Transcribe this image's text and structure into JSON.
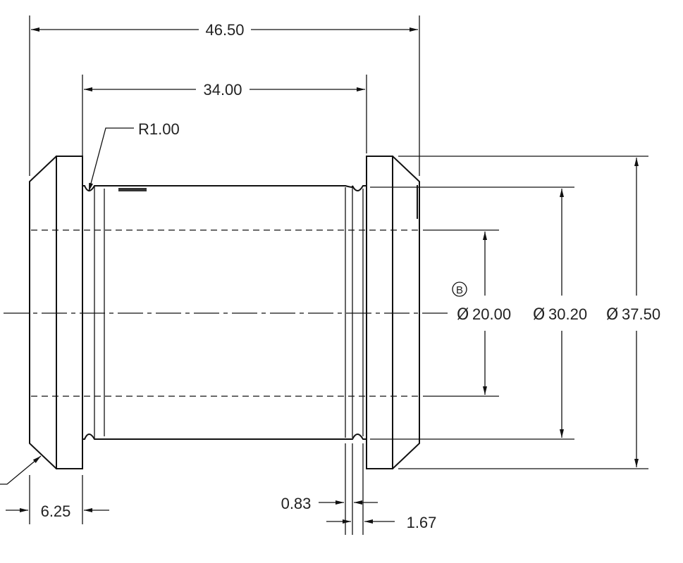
{
  "drawing": {
    "dimensions": {
      "overall_length": "46.50",
      "inner_length": "34.00",
      "groove_radius": "R1.00",
      "flange_width": "6.25",
      "groove_width": "0.83",
      "groove_depth": "1.67",
      "bore_diameter": "20.00",
      "body_diameter": "30.20",
      "flange_diameter": "37.50"
    },
    "diameter_symbol": "Ø",
    "datum_label": "B"
  }
}
